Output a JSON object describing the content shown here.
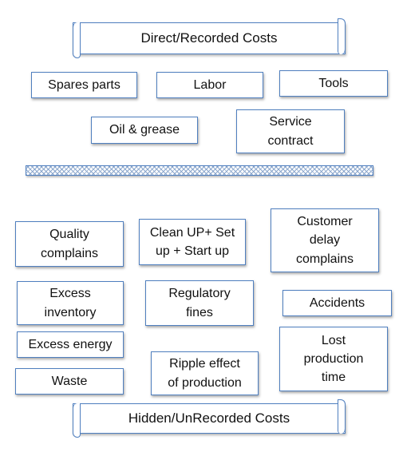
{
  "direct": {
    "title": "Direct/Recorded Costs",
    "items": [
      "Spares parts",
      "Labor",
      "Tools",
      "Oil & grease",
      "Service\ncontract"
    ]
  },
  "hidden": {
    "title": "Hidden/UnRecorded Costs",
    "items": [
      "Quality\ncomplains",
      "Clean UP+ Set\nup + Start up",
      "Customer\ndelay\ncomplains",
      "Excess\ninventory",
      "Regulatory\nfines",
      "Accidents",
      "Excess energy",
      "Lost\nproduction\ntime",
      "Waste",
      "Ripple effect\nof production"
    ]
  }
}
